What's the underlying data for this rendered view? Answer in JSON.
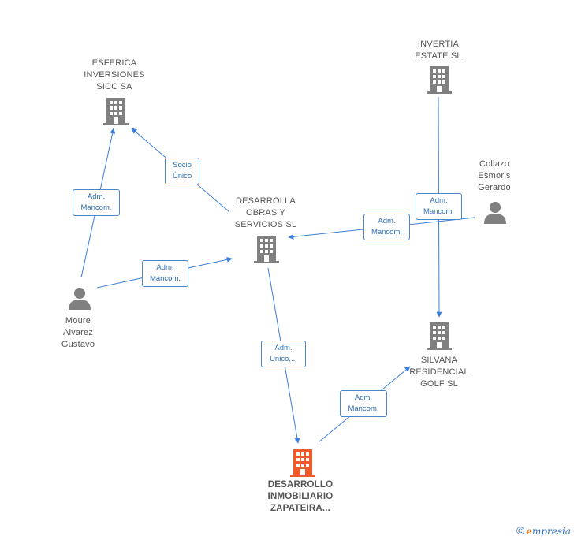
{
  "nodes": {
    "esferica": {
      "label": "ESFERICA\nINVERSIONES\nSICC SA",
      "kind": "company"
    },
    "invertia": {
      "label": "INVERTIA\nESTATE  SL",
      "kind": "company"
    },
    "desarrolla": {
      "label": "DESARROLLA\nOBRAS Y\nSERVICIOS  SL",
      "kind": "company"
    },
    "silvana": {
      "label": "SILVANA\nRESIDENCIAL\nGOLF  SL",
      "kind": "company"
    },
    "desarrollo": {
      "label": "DESARROLLO\nINMOBILIARIO\nZAPATEIRA...",
      "kind": "company-main"
    },
    "collazo": {
      "label": "Collazo\nEsmoris\nGerardo",
      "kind": "person"
    },
    "moure": {
      "label": "Moure\nAlvarez\nGustavo",
      "kind": "person"
    }
  },
  "edges": {
    "moure_esferica": "Adm.\nMancom.",
    "desarrolla_esferica": "Socio\nÚnico",
    "moure_desarrolla": "Adm.\nMancom.",
    "collazo_desarrolla": "Adm.\nMancom.",
    "collazo_silvana": "Adm.\nMancom.",
    "desarrolla_desarrollo": "Adm.\nUnico,...",
    "desarrollo_silvana": "Adm.\nMancom."
  },
  "colors": {
    "edge": "#3b7dd8",
    "company_icon": "#808080",
    "main_icon": "#f05a28",
    "person_icon": "#808080"
  },
  "footer": {
    "copyright": "©",
    "brand_e": "e",
    "brand_rest": "mpresia"
  }
}
